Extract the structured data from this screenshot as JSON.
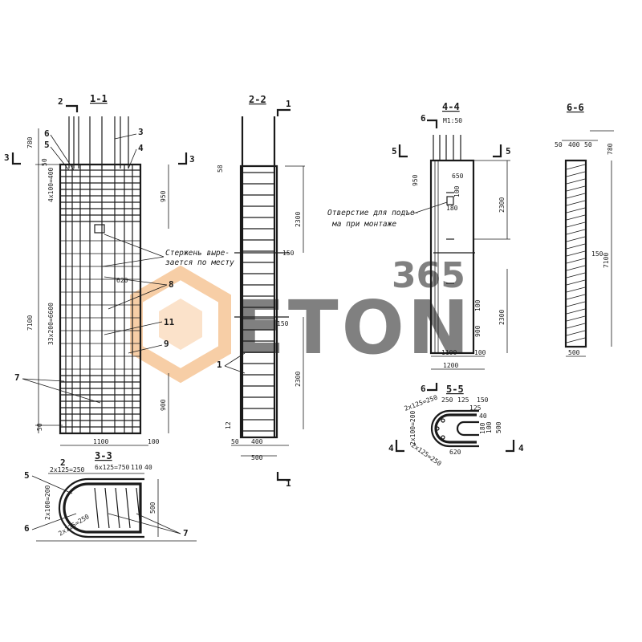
{
  "sections": {
    "s11": "1-1",
    "s22": "2-2",
    "s33": "3-3",
    "s44": "4-4",
    "s55": "5-5",
    "s66": "6-6"
  },
  "cut_marks": {
    "m2": "2",
    "m3": "3",
    "m1": "1",
    "m5": "5",
    "m4": "4",
    "m6": "6"
  },
  "view11": {
    "d780": "780",
    "d50t": "50",
    "d4x100": "4x100=400",
    "d950": "950",
    "d33x200": "33x200=6600",
    "d7100": "7100",
    "d900": "900",
    "d50b": "50",
    "d1100": "1100",
    "d100": "100",
    "d620": "620",
    "pos3": "3",
    "pos4": "4",
    "pos5": "5",
    "pos6": "6",
    "pos7": "7",
    "pos8": "8",
    "pos9": "9",
    "pos11": "11",
    "note_line1": "Стержень выре-",
    "note_line2": "зается по месту"
  },
  "view22": {
    "d58": "58",
    "d2300a": "2300",
    "d150a": "150",
    "d150b": "150",
    "d2300b": "2300",
    "d12": "12",
    "d50": "50",
    "d400": "400",
    "d500": "500",
    "pos1": "1"
  },
  "view33": {
    "d2x125": "2x125=250",
    "d6x125": "6x125=750",
    "d110": "110",
    "d40": "40",
    "d500": "500",
    "d2x100": "2x100=200",
    "d2x125b": "2x125=250",
    "pos5": "5",
    "pos6": "6",
    "pos7": "7"
  },
  "view44": {
    "scale": "M1:50",
    "d950": "950",
    "d650": "650",
    "d100": "100",
    "d180": "180",
    "d2300a": "2300",
    "d100b": "100",
    "d900": "900",
    "d2300b": "2300",
    "d1100": "1100",
    "d100c": "100",
    "d1200": "1200",
    "note_line1": "Отверстие для подъе-",
    "note_line2": "ма при монтаже"
  },
  "view55": {
    "d2x125": "2x125=250",
    "d250": "250",
    "d125a": "125",
    "d125b": "125",
    "d150": "150",
    "d2x100": "2x100=200",
    "d180": "180",
    "d40": "40",
    "d100": "100",
    "d500": "500",
    "d620": "620",
    "d2x125b": "2x125=250"
  },
  "view66": {
    "d50a": "50",
    "d400": "400",
    "d50b": "50",
    "d780": "780",
    "d150": "150",
    "d7100": "7100",
    "d500": "500"
  },
  "watermark": {
    "number": "365",
    "word": "ETON",
    "color_orange": "#f2a75e",
    "color_gray": "#8f8f8f"
  }
}
